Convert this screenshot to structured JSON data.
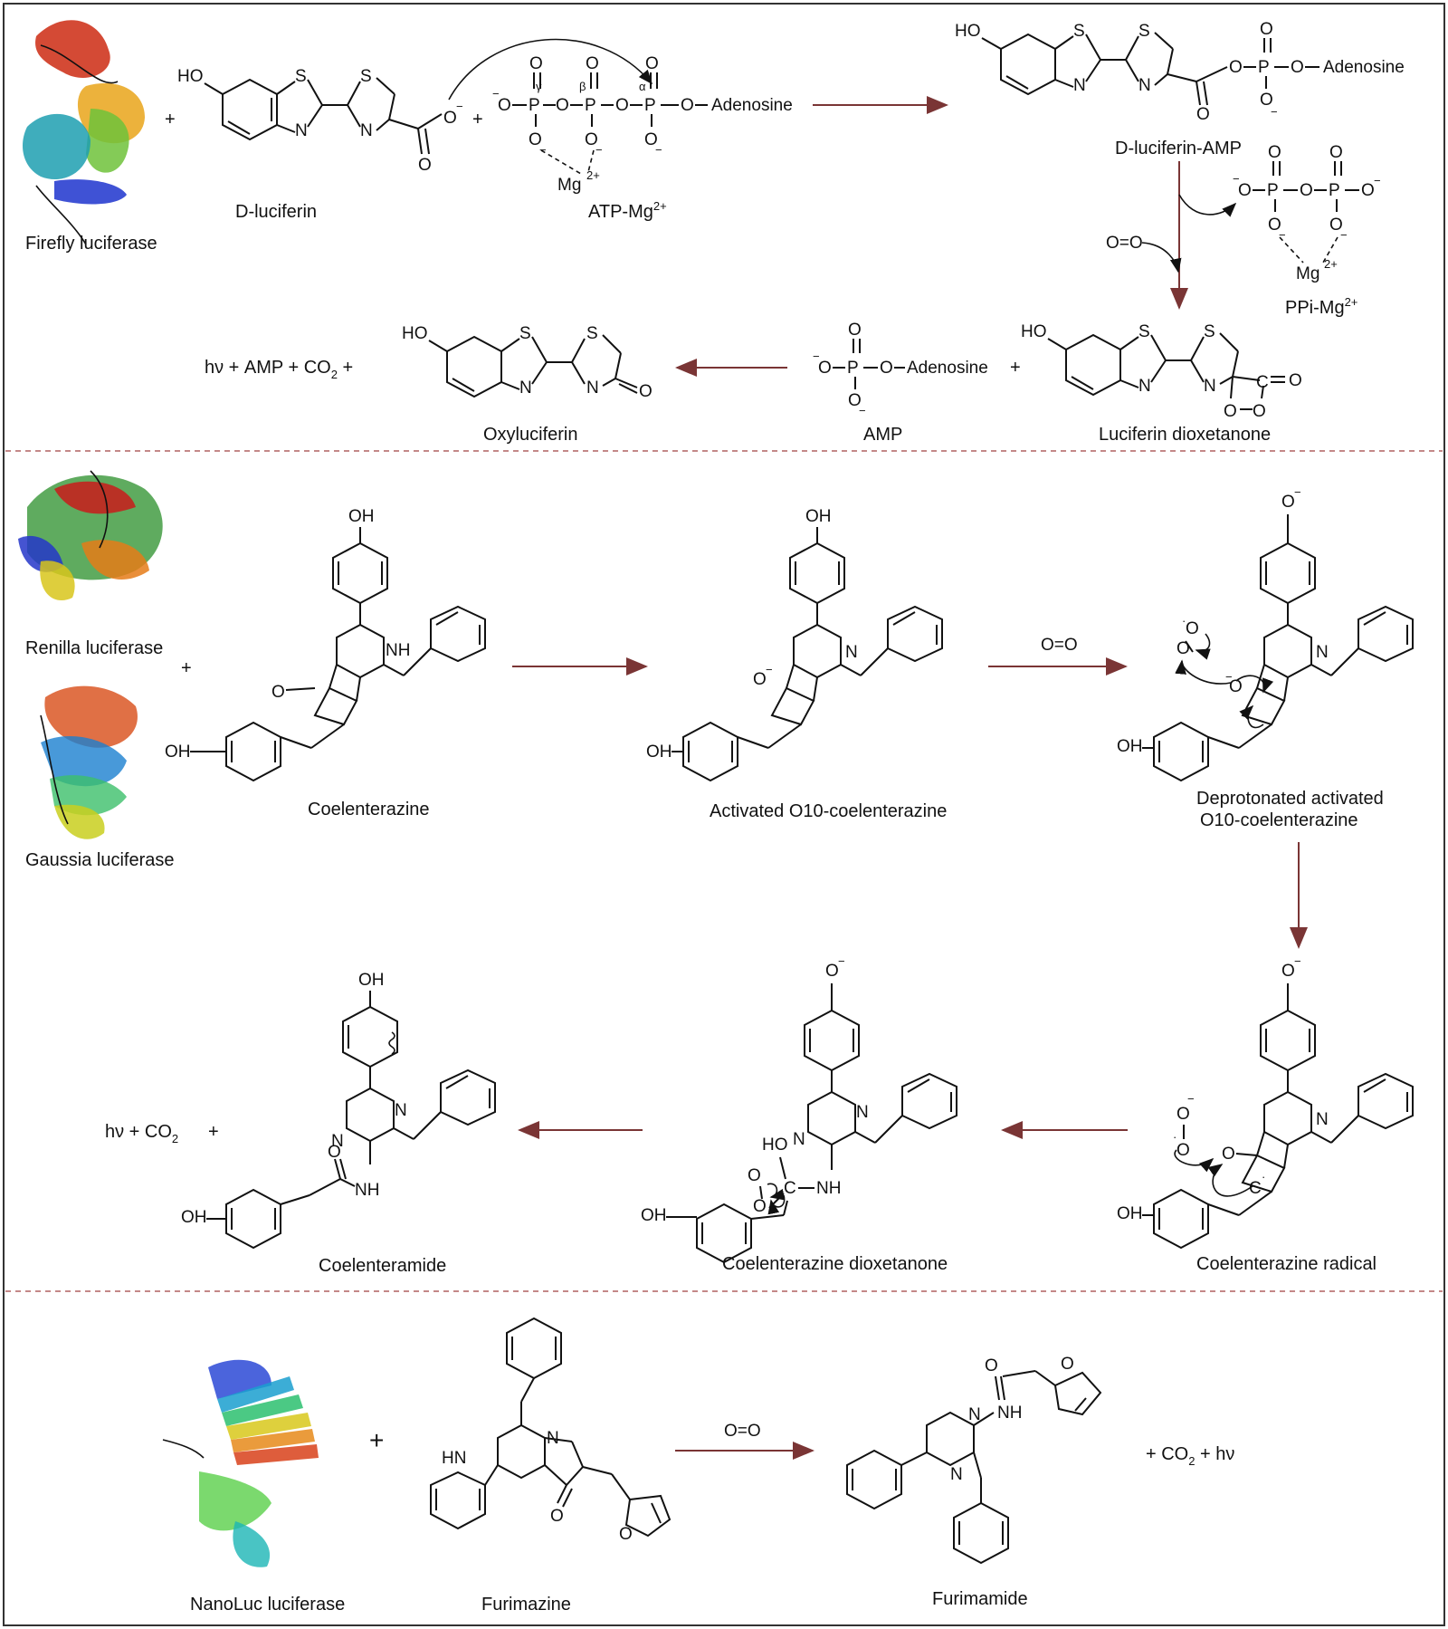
{
  "colors": {
    "reaction_arrow": "#7a3535",
    "separator": "#b06060",
    "frame": "#333333"
  },
  "firefly": {
    "enzyme_label": "Firefly luciferase",
    "d_luciferin": "D-luciferin",
    "atp_mg": "ATP-Mg",
    "atp_mg_charge": "2+",
    "d_luciferin_amp": "D-luciferin-AMP",
    "ppi_mg": "PPi-Mg",
    "ppi_mg_charge": "2+",
    "oxygen": "O=O",
    "luciferin_dioxetanone": "Luciferin dioxetanone",
    "amp": "AMP",
    "oxyluciferin": "Oxyluciferin",
    "products_prefix": "hν  +  AMP  +  CO",
    "products_sub": "2",
    "products_suffix": " +",
    "adenosine": "Adenosine",
    "mg": "Mg",
    "greek_gamma": "γ",
    "greek_beta": "β",
    "greek_alpha": "α"
  },
  "coelenterazine": {
    "enzyme_label_1": "Renilla luciferase",
    "enzyme_label_2": "Gaussia luciferase",
    "substrate": "Coelenterazine",
    "activated": "Activated O10-coelenterazine",
    "oxygen": "O=O",
    "deprotonated_line1": "Deprotonated activated",
    "deprotonated_line2": "O10-coelenterazine",
    "radical": "Coelenterazine radical",
    "dioxetanone": "Coelenterazine dioxetanone",
    "product": "Coelenteramide",
    "products_prefix": "hν + CO",
    "products_sub": "2",
    "plus": "+"
  },
  "nanoluc": {
    "enzyme_label": "NanoLuc luciferase",
    "substrate": "Furimazine",
    "oxygen": "O=O",
    "product": "Furimamide",
    "products_prefix": "+ CO",
    "products_sub": "2",
    "products_suffix": " + hν",
    "plus": "+"
  },
  "atoms": {
    "ho": "HO",
    "oh": "OH",
    "s": "S",
    "n": "N",
    "o": "O",
    "p": "P",
    "nh": "NH",
    "hn": "HN",
    "o_minus": "O⁻"
  }
}
